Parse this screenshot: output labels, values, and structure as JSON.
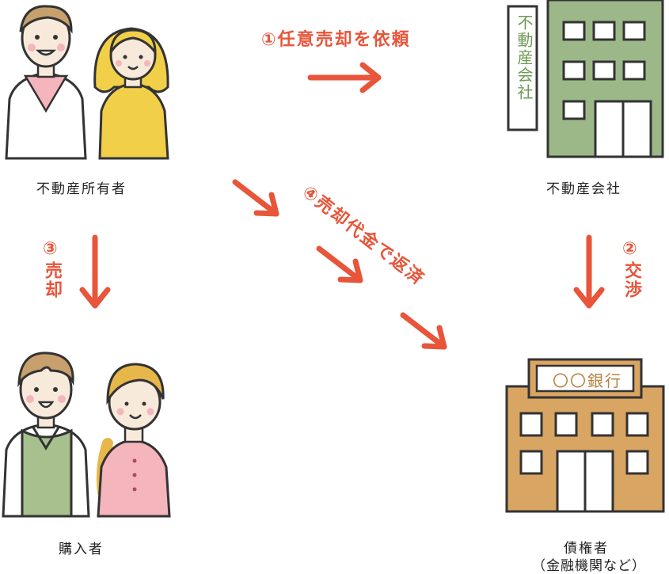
{
  "nodes": {
    "owner": "不動産所有者",
    "realtor": "不動産会社",
    "buyer": "購入者",
    "creditor_line1": "債権者",
    "creditor_line2": "（金融機関など）"
  },
  "steps": {
    "step1": "①任意売却を依頼",
    "step2_num": "②",
    "step2_text": "交渉",
    "step3_num": "③",
    "step3_text": "売却",
    "step4": "④売却代金で返済"
  },
  "signs": {
    "realtor_sign": "不動産会社",
    "bank_sign": "〇〇銀行"
  },
  "colors": {
    "accent": "#e8553a",
    "realtor_building": "#9cb889",
    "bank_building": "#d9a562",
    "sweater_green": "#a7c08e",
    "sweater_yellow": "#f2cf49",
    "sweater_pink": "#f5b5bd"
  }
}
